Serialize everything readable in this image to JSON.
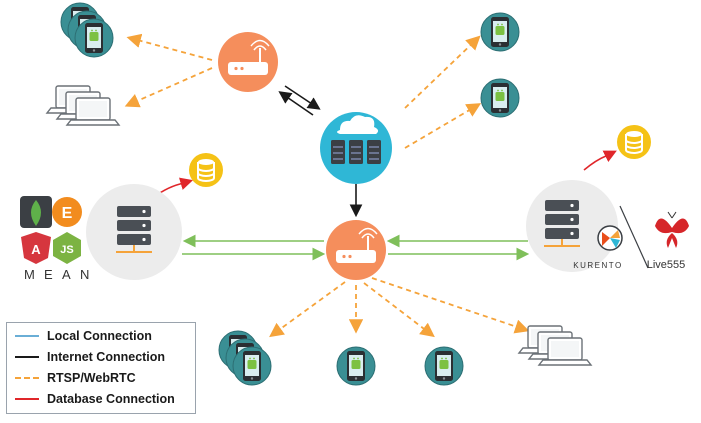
{
  "colors": {
    "local": "#6aaed6",
    "internet": "#1a1a1a",
    "rtsp": "#f5a33a",
    "database": "#e0262a",
    "lan": "#7fbf5a",
    "router": "#f58e5c",
    "cloud_node": "#2fb7d6",
    "server_circle": "#ececec",
    "server_icon": "#4a4f55",
    "db_icon": "#f5c216",
    "device_teal": "#3a8f94",
    "android_green": "#7cc142"
  },
  "legend": {
    "local": "Local Connection",
    "internet": "Internet Connection",
    "rtsp": "RTSP/WebRTC",
    "database": "Database Connection"
  },
  "mean": {
    "e_letter": "E",
    "letters": [
      "M",
      "E",
      "A",
      "N"
    ]
  },
  "kurento": {
    "wordmark": "KURENTO"
  },
  "live555": {
    "label": "Live555"
  }
}
